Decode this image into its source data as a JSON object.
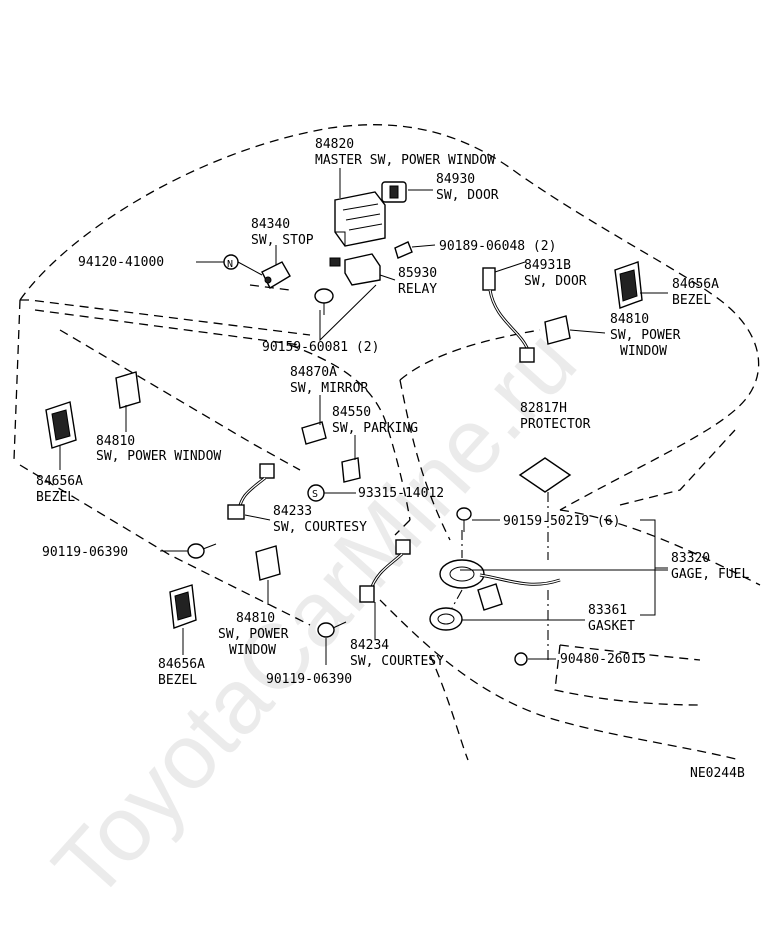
{
  "diagram_code": "NE0244B",
  "watermark": "ToyotaCarMine.ru",
  "labels": {
    "p84820_num": "84820",
    "p84820_name": "MASTER SW, POWER WINDOW",
    "p84930_num": "84930",
    "p84930_name": "SW, DOOR",
    "p84340_num": "84340",
    "p84340_name": "SW, STOP",
    "p94120": "94120-41000",
    "p90189": "90189-06048 (2)",
    "p85930_num": "85930",
    "p85930_name": "RELAY",
    "p84931b_num": "84931B",
    "p84931b_name": "SW, DOOR",
    "p84656a_r_num": "84656A",
    "p84656a_r_name": "BEZEL",
    "p84810_r_num": "84810",
    "p84810_r_name1": "SW, POWER",
    "p84810_r_name2": "WINDOW",
    "p90159_60081": "90159-60081 (2)",
    "p84870a_num": "84870A",
    "p84870a_name": "SW, MIRROR",
    "p84550_num": "84550",
    "p84550_name": "SW, PARKING",
    "p82817h_num": "82817H",
    "p82817h_name": "PROTECTOR",
    "p84810_l_num": "84810",
    "p84810_l_name": "SW, POWER WINDOW",
    "p84656a_l_num": "84656A",
    "p84656a_l_name": "BEZEL",
    "p93315": "93315-14012",
    "p84233_num": "84233",
    "p84233_name": "SW, COURTESY",
    "p90159_50219": "90159-50219 (6)",
    "p90119_a": "90119-06390",
    "p83320_num": "83320",
    "p83320_name": "GAGE, FUEL",
    "p83361_num": "83361",
    "p83361_name": "GASKET",
    "p84810_c_num": "84810",
    "p84810_c_name1": "SW, POWER",
    "p84810_c_name2": "WINDOW",
    "p84656a_c_num": "84656A",
    "p84656a_c_name": "BEZEL",
    "p84234_num": "84234",
    "p84234_name": "SW, COURTESY",
    "p90480": "90480-26015",
    "p90119_b": "90119-06390",
    "n_mark": "N",
    "s_mark": "S"
  }
}
